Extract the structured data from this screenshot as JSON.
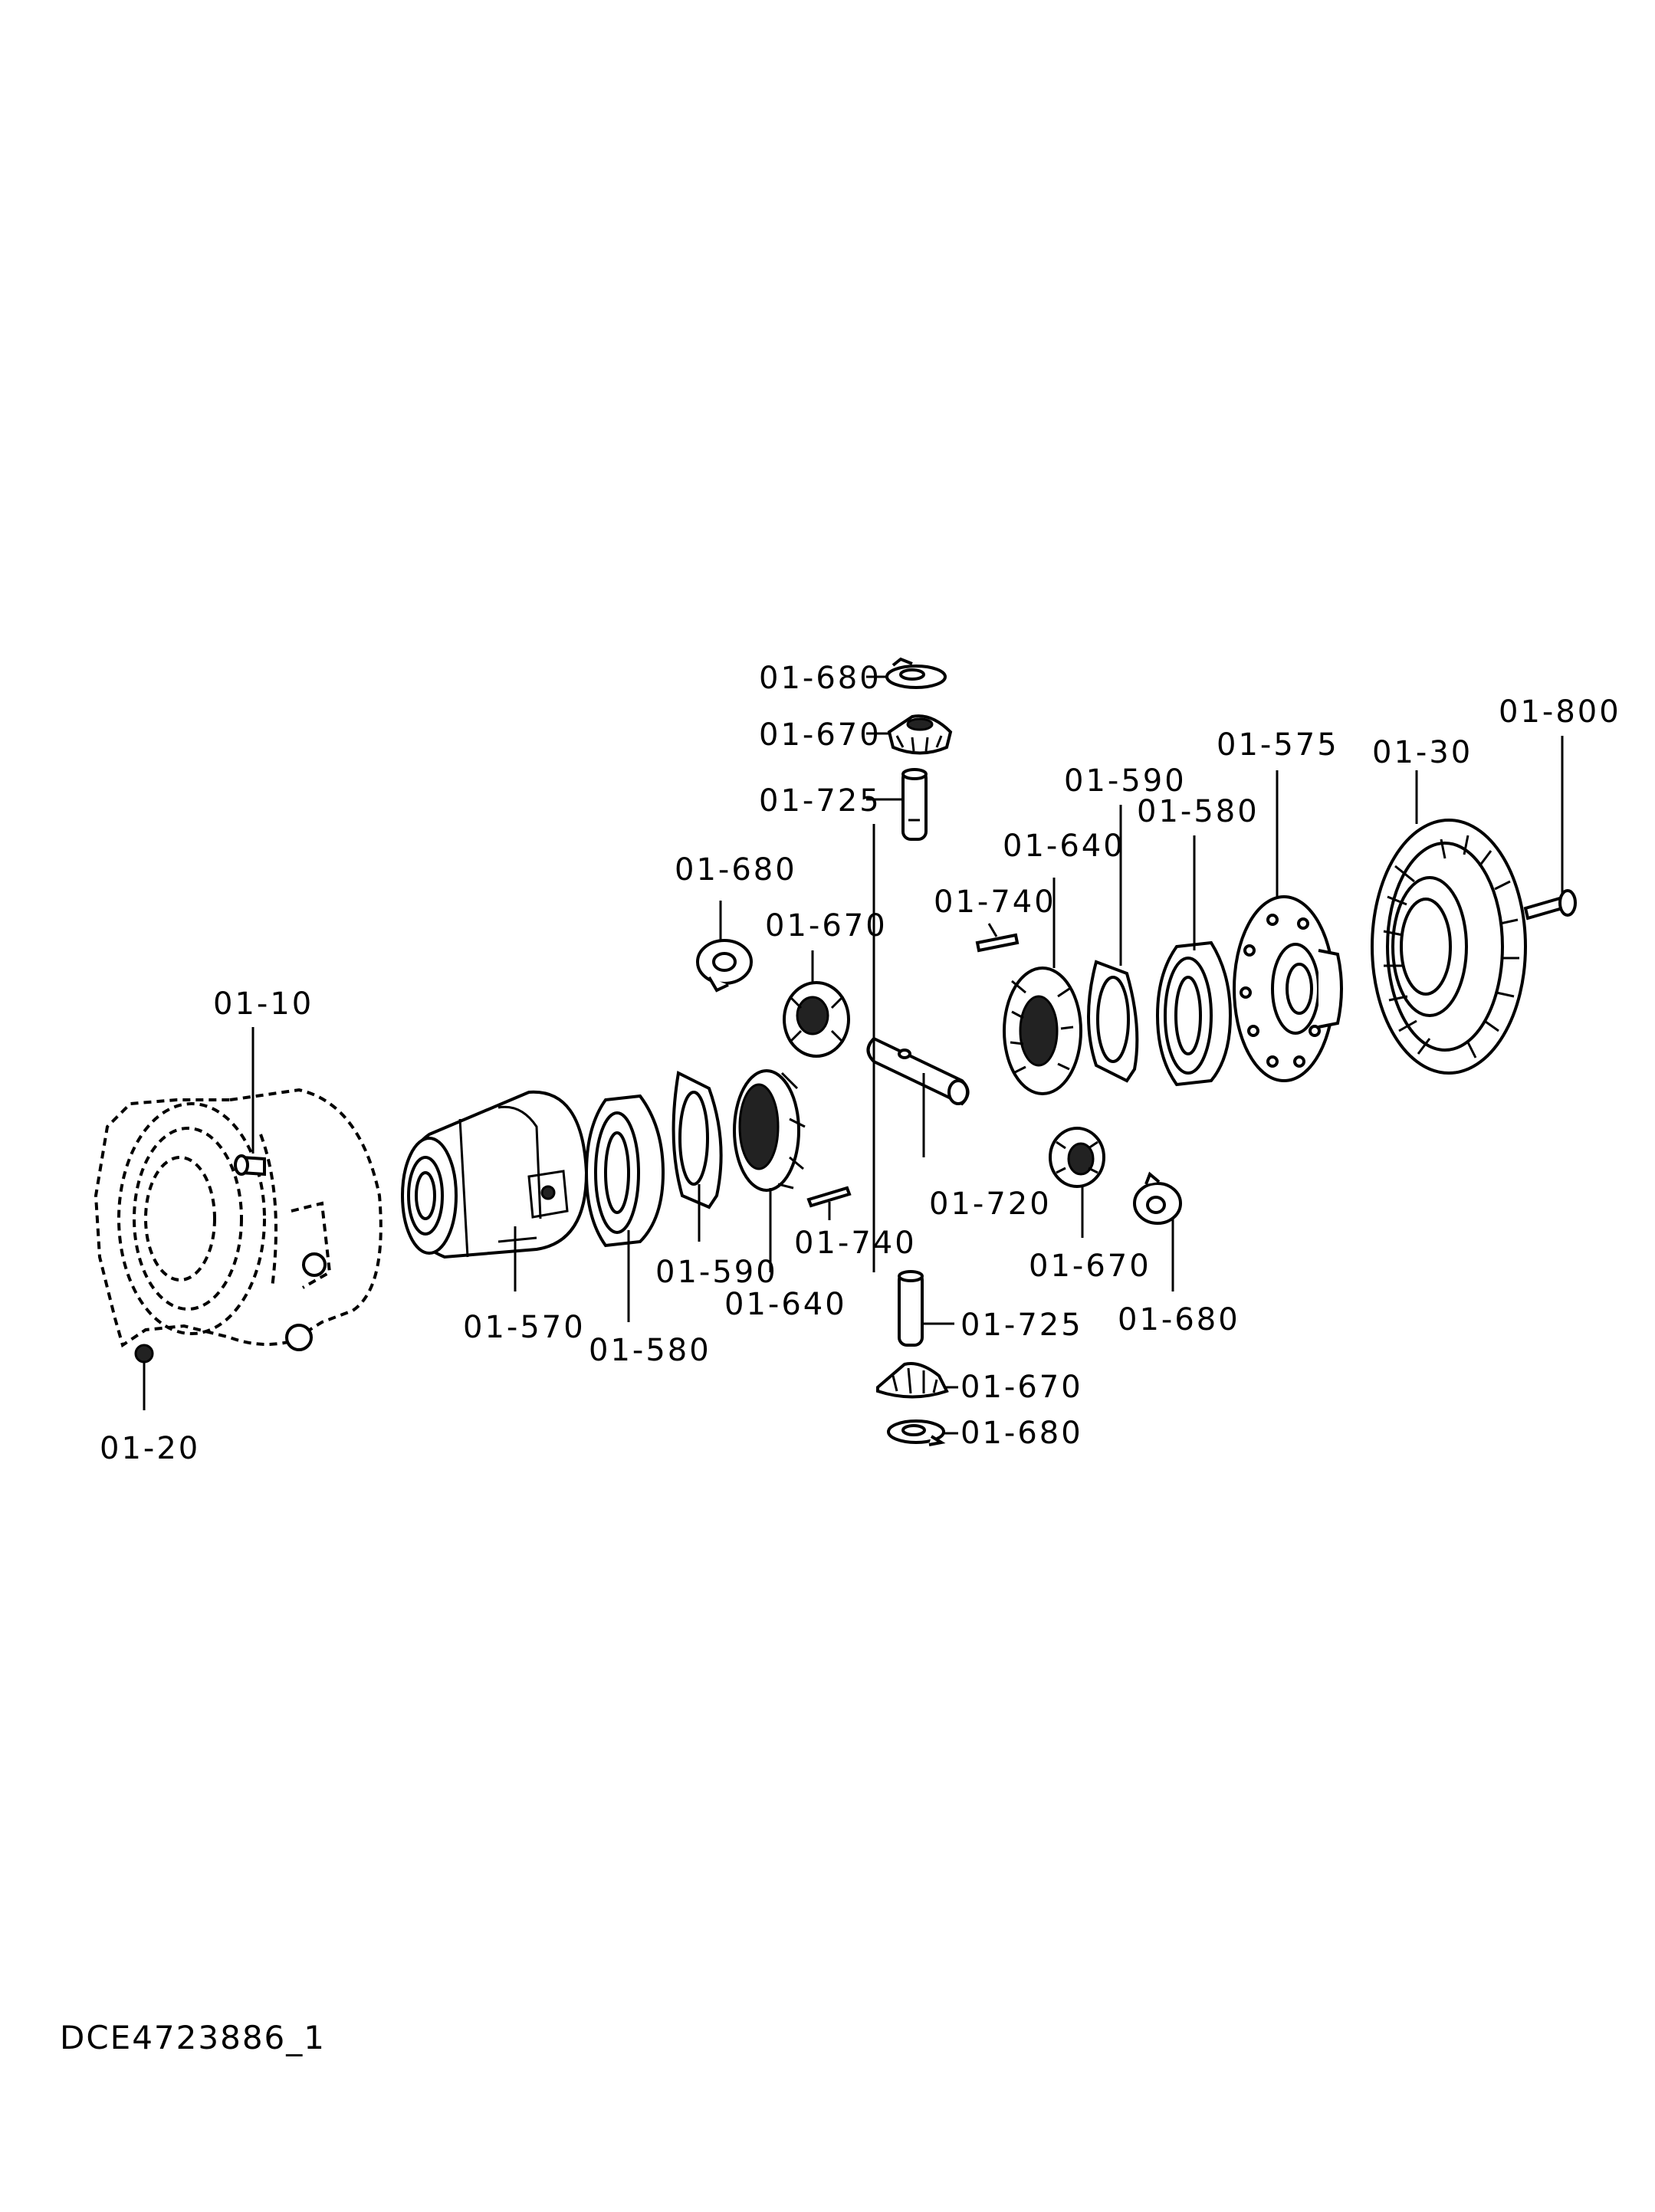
{
  "diagram": {
    "document_id": "DCE4723886_1",
    "callouts": {
      "c_10": "01-10",
      "c_20": "01-20",
      "c_570": "01-570",
      "c_580_left": "01-580",
      "c_590_left": "01-590",
      "c_640_left": "01-640",
      "c_740_lower": "01-740",
      "c_680_upper_left": "01-680",
      "c_670_upper_left": "01-670",
      "c_680_top": "01-680",
      "c_670_top": "01-670",
      "c_725_top": "01-725",
      "c_720": "01-720",
      "c_725_bottom": "01-725",
      "c_670_bottom": "01-670",
      "c_680_bottom": "01-680",
      "c_740_upper": "01-740",
      "c_640_right": "01-640",
      "c_590_right": "01-590",
      "c_580_right": "01-580",
      "c_575": "01-575",
      "c_30": "01-30",
      "c_800": "01-800",
      "c_670_right": "01-670",
      "c_680_right": "01-680"
    }
  }
}
